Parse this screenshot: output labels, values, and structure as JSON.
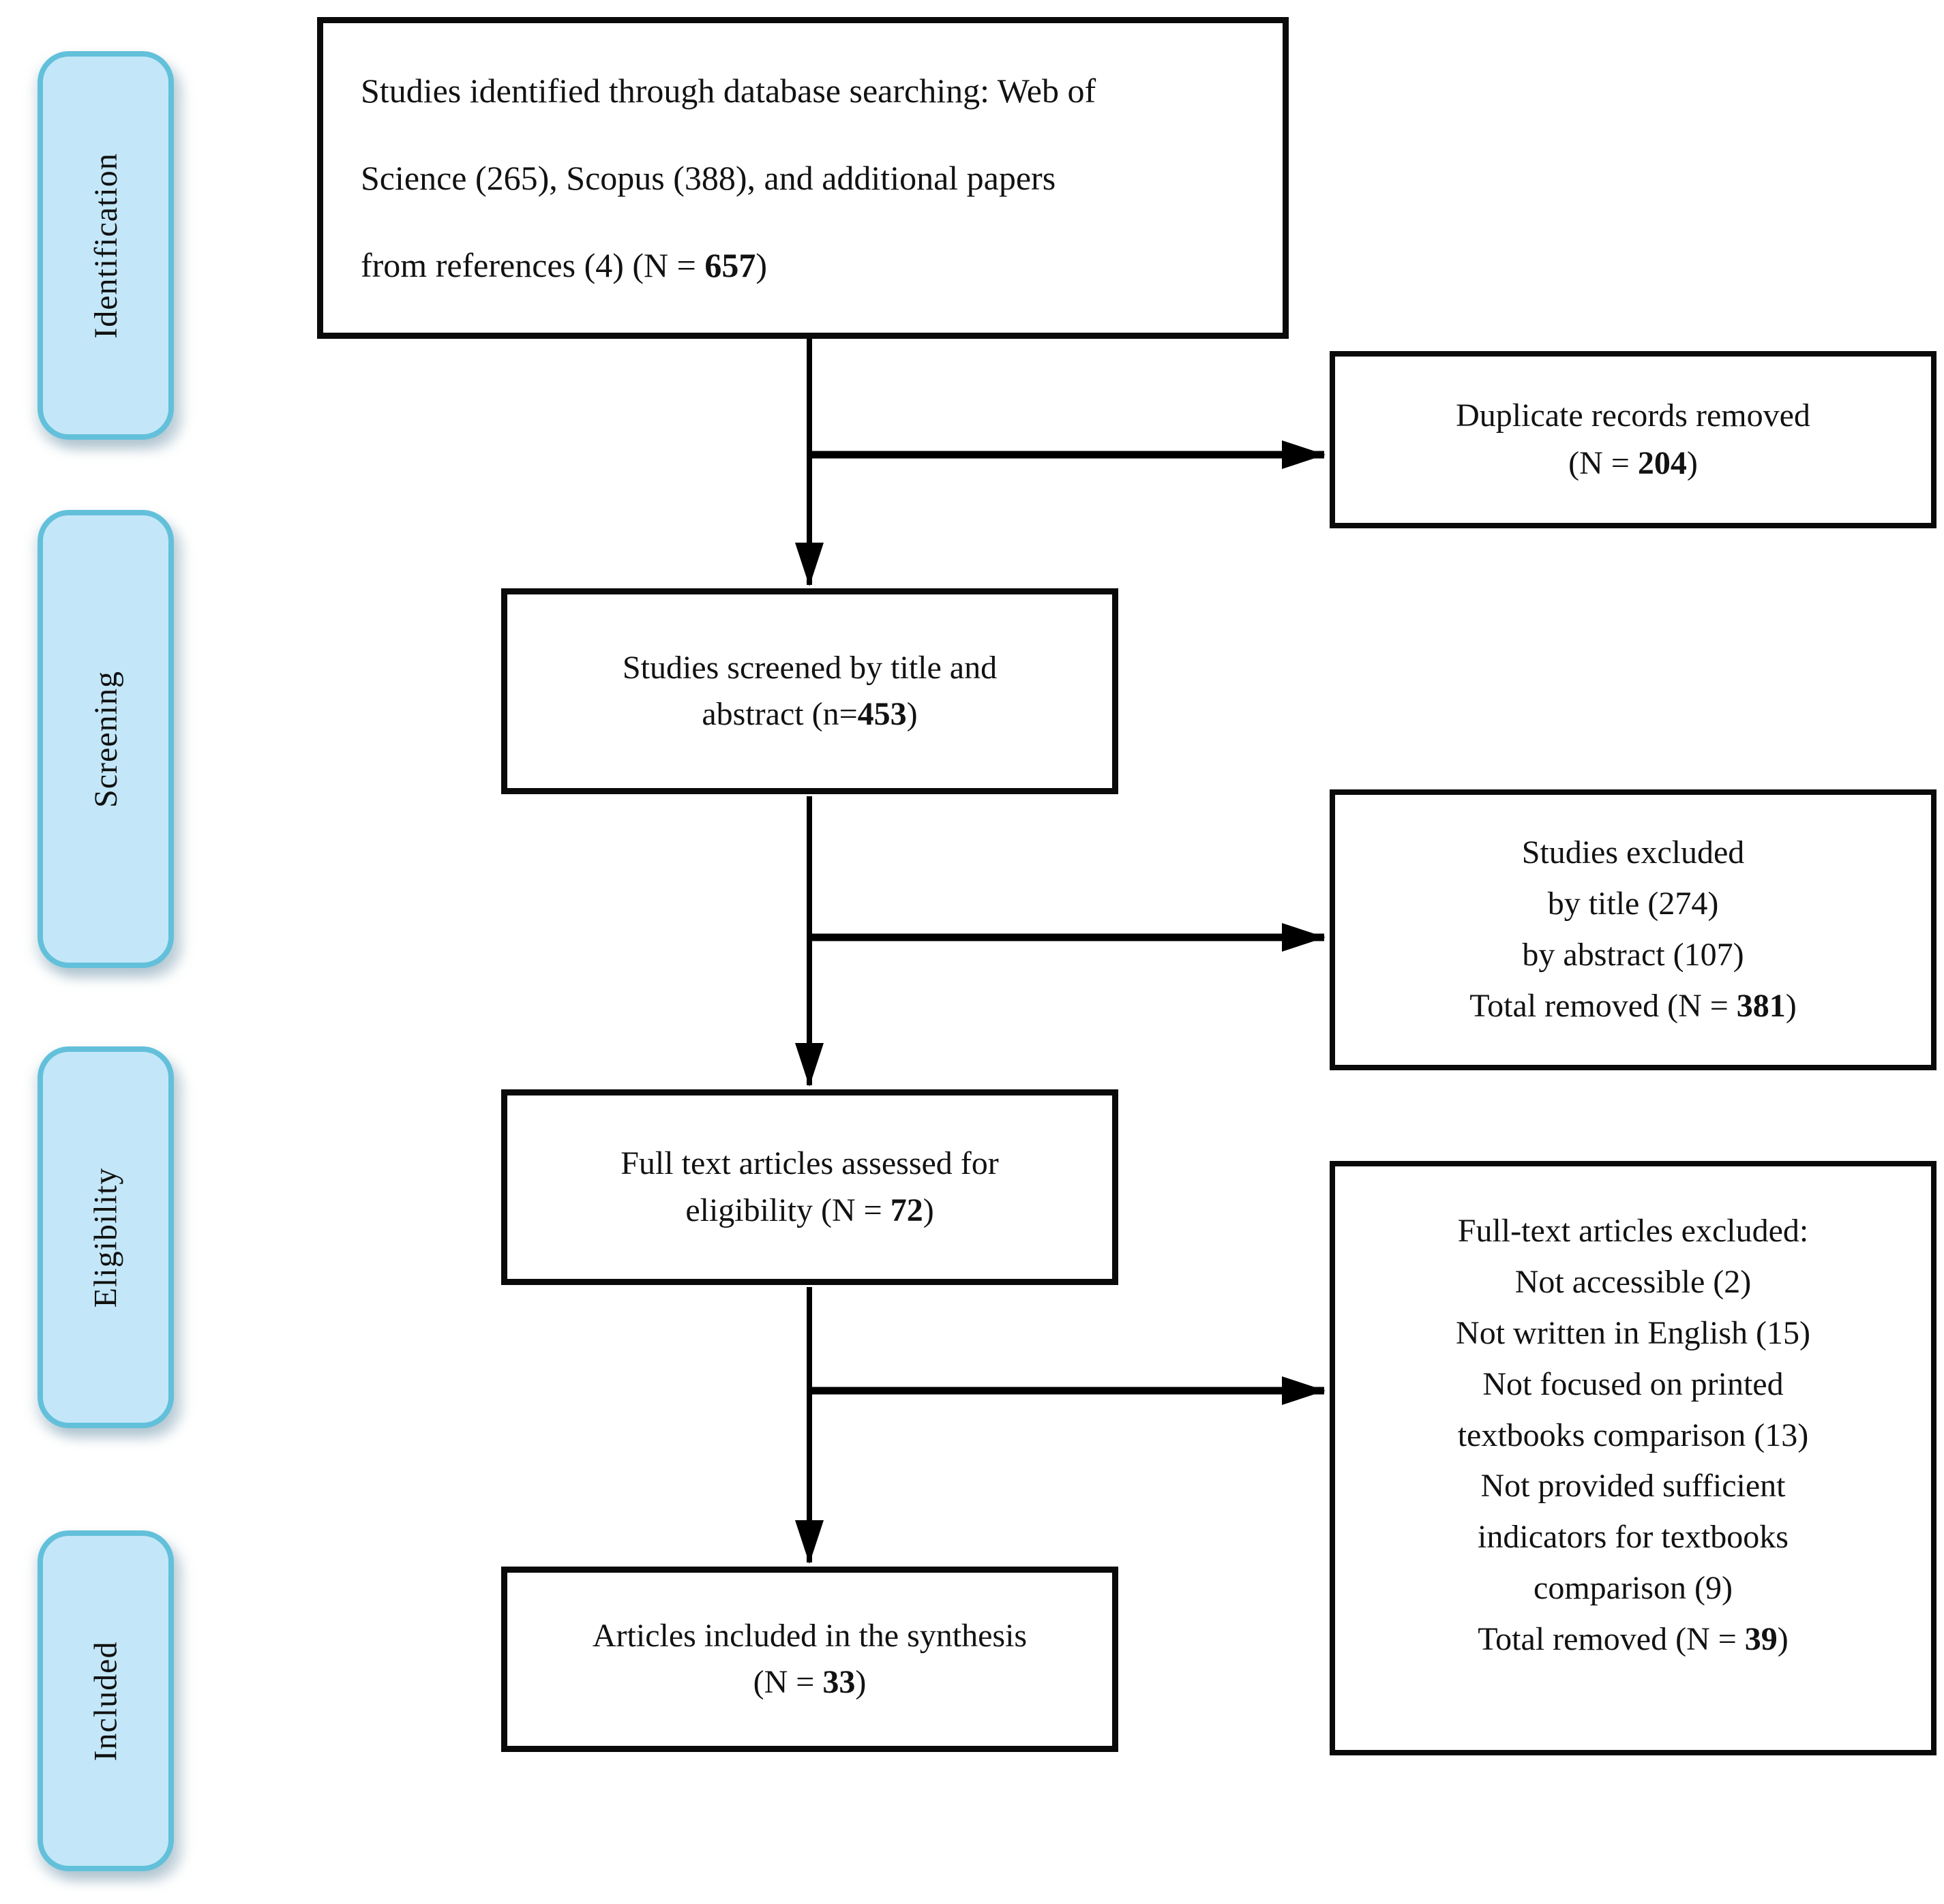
{
  "colors": {
    "stage_fill": "#c3e7f8",
    "stage_border": "#63c0da",
    "box_border": "#0a0a0a",
    "arrow": "#000000",
    "background": "#ffffff"
  },
  "stages": [
    {
      "label": "Identification"
    },
    {
      "label": "Screening"
    },
    {
      "label": "Eligibility"
    },
    {
      "label": "Included"
    }
  ],
  "boxes": {
    "identification": {
      "lines": [
        [
          {
            "t": "Studies identified through database searching: Web of"
          }
        ],
        [
          {
            "t": "Science (265), Scopus (388), and additional papers"
          }
        ],
        [
          {
            "t": "from references (4) (N = "
          },
          {
            "t": "657",
            "b": true
          },
          {
            "t": ")"
          }
        ]
      ]
    },
    "duplicates": {
      "lines": [
        [
          {
            "t": "Duplicate records removed"
          }
        ],
        [
          {
            "t": "(N = "
          },
          {
            "t": "204",
            "b": true
          },
          {
            "t": ")"
          }
        ]
      ]
    },
    "screening": {
      "lines": [
        [
          {
            "t": "Studies screened by title and"
          }
        ],
        [
          {
            "t": "abstract (n="
          },
          {
            "t": "453",
            "b": true
          },
          {
            "t": ")"
          }
        ]
      ]
    },
    "excluded_screening": {
      "lines": [
        [
          {
            "t": "Studies excluded"
          }
        ],
        [
          {
            "t": "by title (274)"
          }
        ],
        [
          {
            "t": "by abstract (107)"
          }
        ],
        [
          {
            "t": "Total removed (N = "
          },
          {
            "t": "381",
            "b": true
          },
          {
            "t": ")"
          }
        ]
      ]
    },
    "eligibility": {
      "lines": [
        [
          {
            "t": "Full text articles assessed for"
          }
        ],
        [
          {
            "t": "eligibility (N = "
          },
          {
            "t": "72",
            "b": true
          },
          {
            "t": ")"
          }
        ]
      ]
    },
    "excluded_fulltext": {
      "lines": [
        [
          {
            "t": "Full-text articles excluded:"
          }
        ],
        [
          {
            "t": "Not accessible (2)"
          }
        ],
        [
          {
            "t": "Not written in English (15)"
          }
        ],
        [
          {
            "t": "Not focused on printed"
          }
        ],
        [
          {
            "t": "textbooks comparison (13)"
          }
        ],
        [
          {
            "t": "Not provided sufficient"
          }
        ],
        [
          {
            "t": "indicators for textbooks"
          }
        ],
        [
          {
            "t": "comparison (9)"
          }
        ],
        [
          {
            "t": "Total removed (N = "
          },
          {
            "t": "39",
            "b": true
          },
          {
            "t": ")"
          }
        ]
      ]
    },
    "included": {
      "lines": [
        [
          {
            "t": "Articles included in the synthesis"
          }
        ],
        [
          {
            "t": "(N = "
          },
          {
            "t": "33",
            "b": true
          },
          {
            "t": ")"
          }
        ]
      ]
    }
  }
}
